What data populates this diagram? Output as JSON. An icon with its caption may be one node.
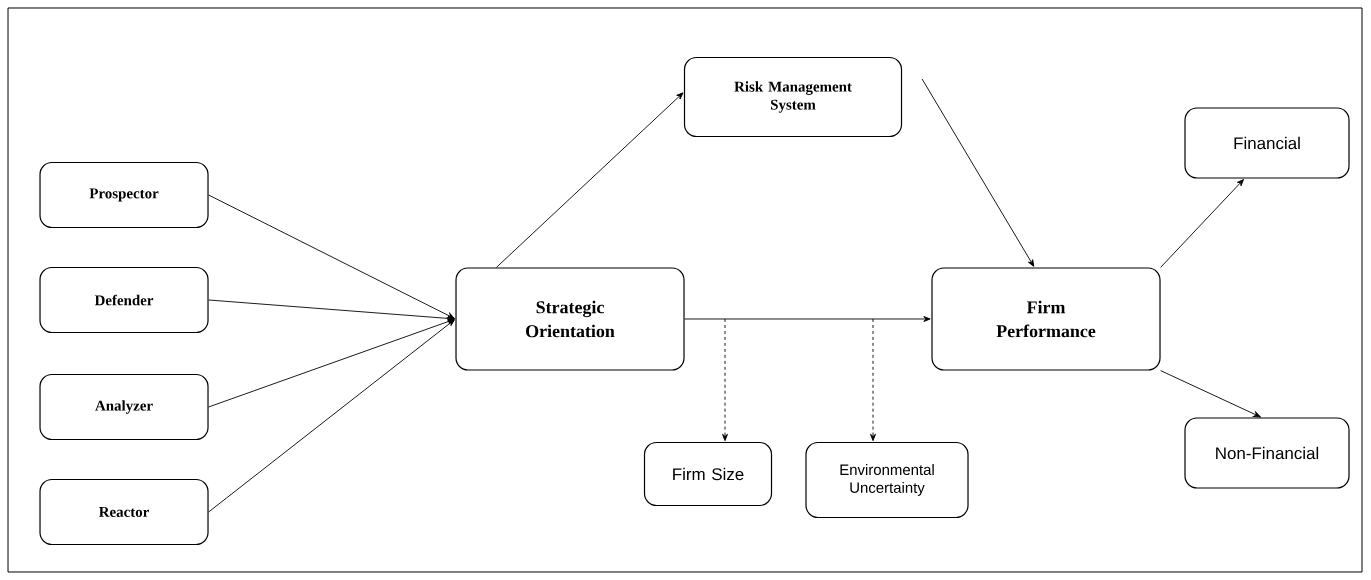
{
  "diagram": {
    "nodes": [
      {
        "text": [
          "Prospector"
        ]
      },
      {
        "text": [
          "Defender"
        ]
      },
      {
        "text": [
          "Analyzer"
        ]
      },
      {
        "text": [
          "Reactor"
        ]
      },
      {
        "text": [
          "Strategic Orientation"
        ]
      },
      {
        "text": [
          "Risk Management System"
        ]
      },
      {
        "text": [
          "Firm Performance"
        ]
      },
      {
        "text": [
          "Financial"
        ]
      },
      {
        "text": [
          "Non-Financial"
        ]
      },
      {
        "text": [
          "Firm Size"
        ]
      },
      {
        "text": [
          "Environmental Uncertainty"
        ]
      }
    ],
    "edges": [
      {
        "from": 0,
        "to": 4,
        "arrow": "to"
      },
      {
        "from": 1,
        "to": 4,
        "arrow": "to"
      },
      {
        "from": 2,
        "to": 4,
        "arrow": "to"
      },
      {
        "from": 3,
        "to": 4,
        "arrow": "to"
      },
      {
        "from": 4,
        "to": 5,
        "arrow": "to"
      },
      {
        "from": 5,
        "to": 6,
        "arrow": "to"
      },
      {
        "from": 4,
        "to": 6,
        "arrow": "to"
      },
      {
        "from": 6,
        "to": 7,
        "arrow": "to"
      },
      {
        "from": 6,
        "to": 8,
        "arrow": "to"
      },
      {
        "from": null,
        "to": 9,
        "arrow": "to",
        "style": "dashed"
      },
      {
        "from": null,
        "to": 10,
        "arrow": "to",
        "style": "dashed"
      }
    ]
  }
}
